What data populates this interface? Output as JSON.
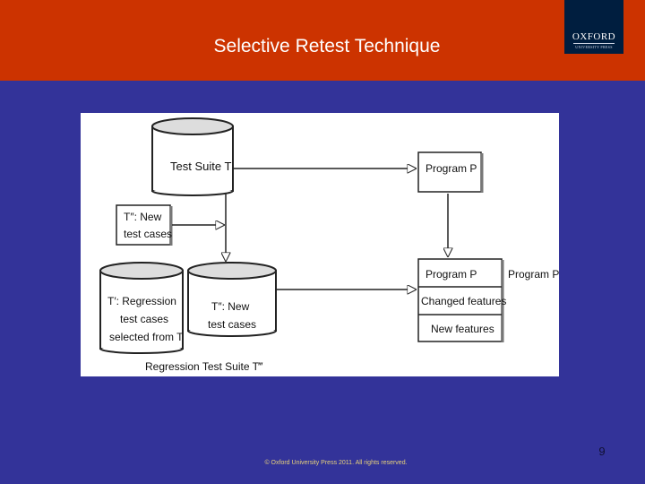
{
  "slide": {
    "title": "Selective Retest Technique",
    "footer": "© Oxford University Press 2011. All rights reserved.",
    "page_number": "9"
  },
  "logo": {
    "word": "OXFORD",
    "sub": "UNIVERSITY PRESS"
  },
  "diagram": {
    "test_suite_t": "Test Suite T",
    "program_p_top": "Program P",
    "new_test_cases_box": [
      "T″: New",
      "test cases"
    ],
    "regression_cylinder": [
      "T′: Regression",
      "test cases",
      "selected from T"
    ],
    "new_cylinder": [
      "T″: New",
      "test cases"
    ],
    "program_p_row": "Program P",
    "program_p_prime_label": "Program P′",
    "changed_features": "Changed features",
    "new_features": "New features",
    "regression_suite_label": "Regression Test Suite T‴"
  },
  "colors": {
    "header": "#cc3300",
    "background": "#333399",
    "logo": "#001e3f",
    "diagram_background": "#ffffff"
  }
}
